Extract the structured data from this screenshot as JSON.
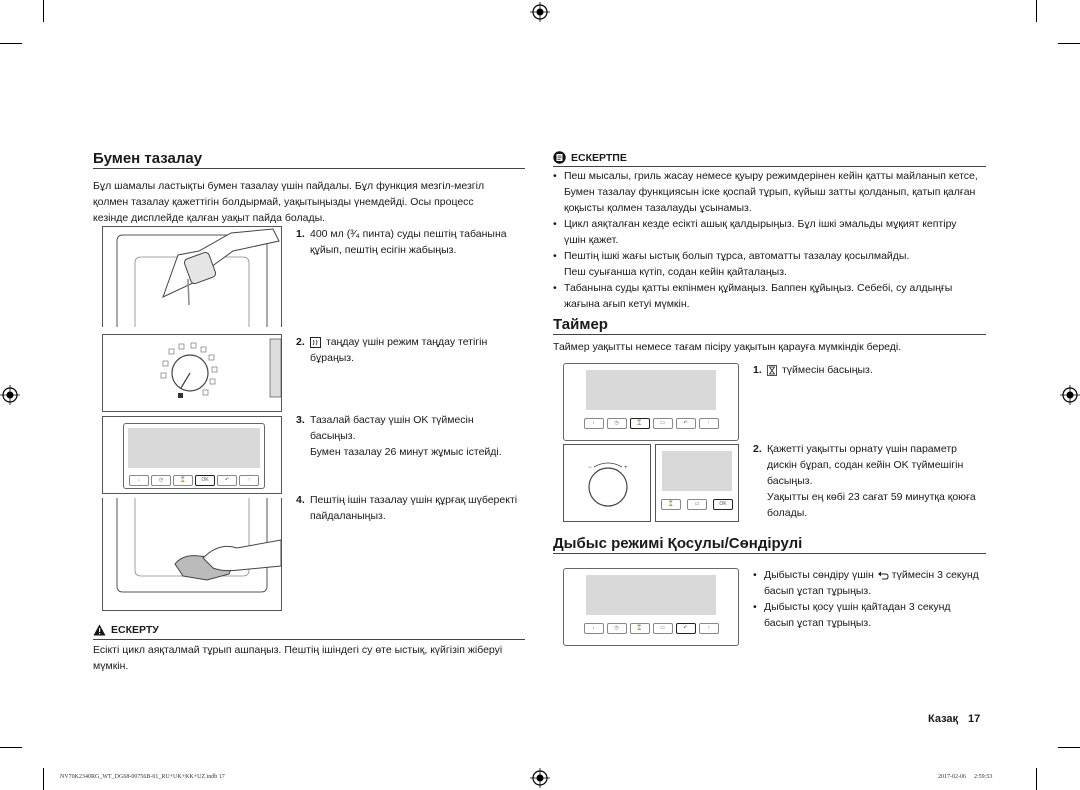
{
  "left": {
    "steam_clean": {
      "title": "Бумен тазалау",
      "intro": [
        "Бұл шамалы ластықты бумен тазалау үшін пайдалы. Бұл функция мезгіл-мезгіл",
        "қолмен тазалау қажеттігін болдырмай, уақытыңызды үнемдейді. Осы процесс",
        "кезінде дисплейде қалған уақыт пайда болады."
      ],
      "steps": [
        {
          "num": "1.",
          "lines": [
            "400 мл (³⁄₄ пинта) суды пештің табанына",
            "құйып, пештің есігін жабыңыз."
          ]
        },
        {
          "num": "2.",
          "lines": [
            "таңдау үшін режим таңдау тетігін",
            "бұраңыз."
          ]
        },
        {
          "num": "3.",
          "lines": [
            "Тазалай бастау үшін OK түймесін",
            "басыңыз.",
            "Бумен тазалау 26 минут жұмыс істейді."
          ]
        },
        {
          "num": "4.",
          "lines": [
            "Пештің ішін тазалау үшін құрғақ шүберекті",
            "пайдаланыңыз."
          ]
        }
      ],
      "caution_title": "ЕСКЕРТУ",
      "caution_text": [
        "Есікті цикл аяқталмай тұрып ашпаңыз. Пештің ішіндегі су өте ыстық, күйгізіп жіберуі",
        "мүмкін."
      ]
    }
  },
  "right": {
    "note": {
      "title": "ЕСКЕРТПЕ",
      "items": [
        [
          "Пеш мысалы, гриль жасау немесе қуыру режимдерінен кейін қатты майланып кетсе,",
          "Бумен тазалау функциясын іске қоспай тұрып, күйыш затты қолданып, қатып қалған",
          "қоқысты қолмен тазалауды ұсынамыз."
        ],
        [
          "Цикл аяқталған кезде есікті ашық қалдырыңыз. Бұл ішкі эмальды мұқият кептіру",
          "үшін қажет."
        ],
        [
          "Пештің ішкі жағы ыстық болып тұрса, автоматты тазалау қосылмайды.",
          "Пеш суығанша күтіп, содан кейін қайталаңыз."
        ],
        [
          "Табанына суды қатты екпінмен құймаңыз. Баппен құйыңыз. Себебі, су алдыңғы",
          "жағына ағып кетуі мүмкін."
        ]
      ]
    },
    "timer": {
      "title": "Таймер",
      "intro": "Таймер уақытты немесе тағам пісіру уақытын қарауға мүмкіндік береді.",
      "steps": [
        {
          "num": "1.",
          "lines": [
            "түймесін басыңыз."
          ]
        },
        {
          "num": "2.",
          "lines": [
            "Қажетті уақытты орнату үшін параметр",
            "дискін бұрап, содан кейін OK түймешігін",
            "басыңыз.",
            "Уақытты ең көбі 23 сағат 59 минутқа қоюға",
            "болады."
          ]
        }
      ]
    },
    "sound": {
      "title": "Дыбыс режимі Қосулы/Сөндірулі",
      "items": [
        [
          "Дыбысты сөндіру үшін",
          "түймесін 3 секунд",
          "басып ұстап тұрыңыз."
        ],
        [
          "Дыбысты қосу үшін қайтадан 3 секунд",
          "басып ұстап тұрыңыз."
        ]
      ]
    }
  },
  "panel": {
    "ok_label": "OK"
  },
  "footer": {
    "lang": "Казақ",
    "page": "17",
    "file": "NV70K2340RG_WT_DG68-00756B-01_RU+UK+KK+UZ.indb 17",
    "date": "2017-02-06",
    "time": "2:59:53"
  }
}
